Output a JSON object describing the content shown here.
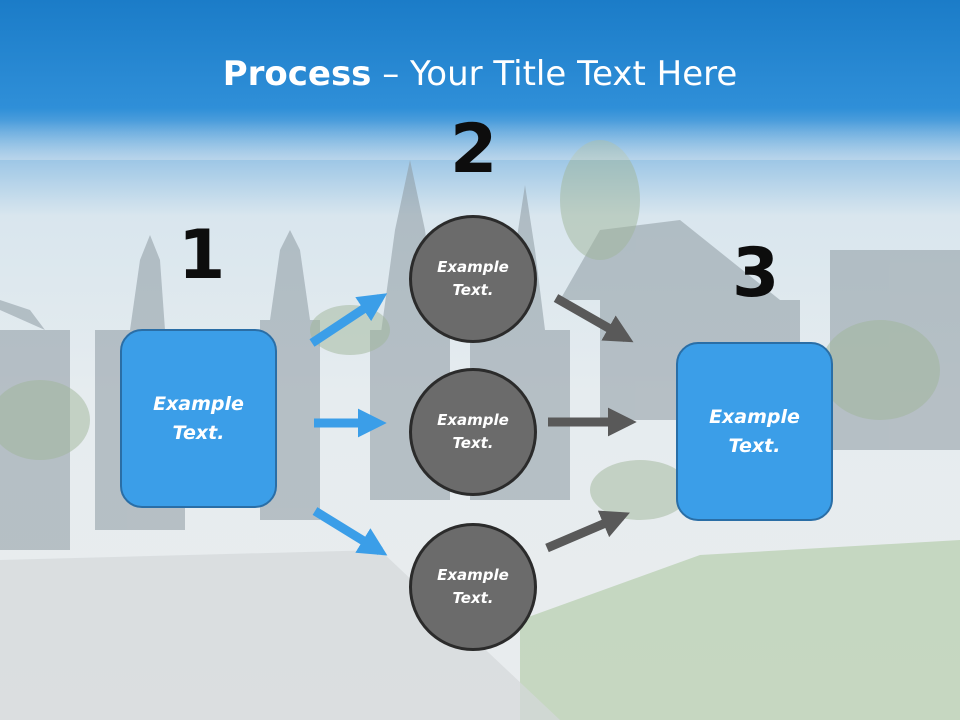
{
  "title": {
    "bold": "Process",
    "rest": " – Your Title Text Here"
  },
  "numbers": {
    "one": "1",
    "two": "2",
    "three": "3"
  },
  "left_box": {
    "text": "Example Text."
  },
  "circles": [
    {
      "text": "Example Text."
    },
    {
      "text": "Example Text."
    },
    {
      "text": "Example Text."
    }
  ],
  "right_box": {
    "text": "Example Text."
  },
  "colors": {
    "box": "#3b9ee8",
    "circle": "#6b6b6b",
    "blue_arrow": "#3b9ee8",
    "gray_arrow": "#595959",
    "header": "#1b7cc8"
  }
}
